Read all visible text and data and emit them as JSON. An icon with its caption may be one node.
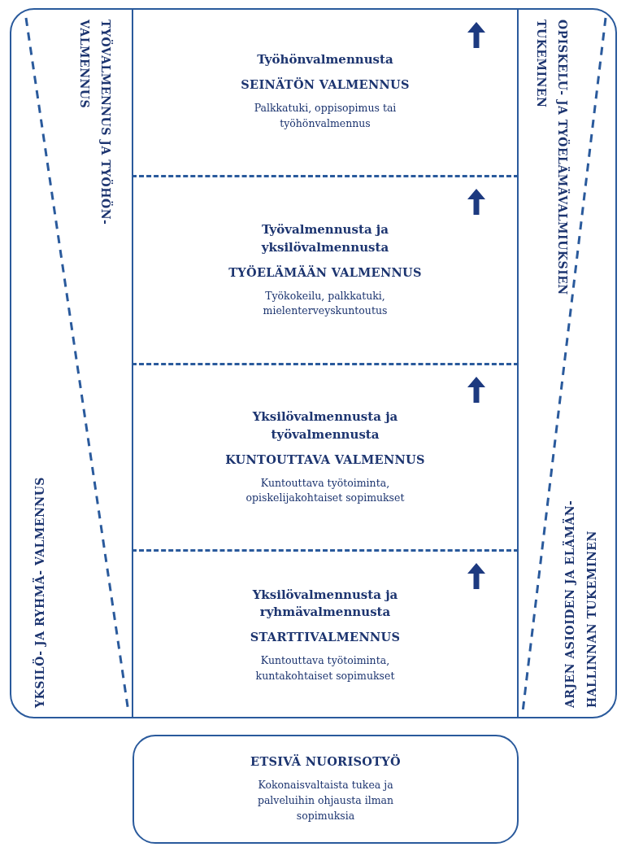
{
  "diagram": {
    "nodes": [
      {
        "text": [
          "Työhönvalmennusta",
          "SEINÄTÖN VALMENNUS",
          "Palkkatuki, oppisopimus tai työhönvalmennus"
        ]
      },
      {
        "text": [
          "Työvalmennusta ja yksilövalmennusta",
          "TYÖELÄMÄÄN VALMENNUS",
          "Työkokeilu, palkkatuki, mielenterveyskuntoutus"
        ]
      },
      {
        "text": [
          "Yksilövalmennusta ja työvalmennusta",
          "KUNTOUTTAVA VALMENNUS",
          "Kuntouttava työtoiminta, opiskelijakohtaiset sopimukset"
        ]
      },
      {
        "text": [
          "Yksilövalmennusta ja ryhmävalmennusta",
          "STARTTIVALMENNUS",
          "Kuntouttava työtoiminta, kuntakohtaiset sopimukset"
        ]
      },
      {
        "text": [
          "ETSIVÄ NUORISOTYÖ",
          "Kokonaisvaltaista tukea ja palveluihin ohjausta ilman sopimuksia"
        ]
      }
    ],
    "labels": [
      "TYÖVALMENNUS JA TYÖHÖN- VALMENNUS",
      "OPISKELU- JA TYÖELÄMÄVALMIUKSIEN TUKEMINEN",
      "YKSILÖ- JA RYHMÄ- VALMENNUS",
      "ARJEN ASIOIDEN JA ELÄMÄN- HALLINNAN TUKEMINEN"
    ]
  }
}
